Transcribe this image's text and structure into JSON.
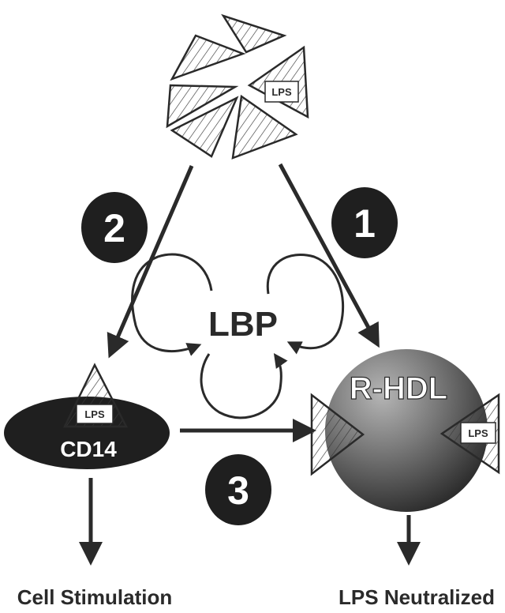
{
  "diagram": {
    "micelle_lps_label": "LPS",
    "center_label": "LBP",
    "steps": [
      {
        "id": "step-1",
        "label": "1"
      },
      {
        "id": "step-2",
        "label": "2"
      },
      {
        "id": "step-3",
        "label": "3"
      }
    ],
    "cd14": {
      "label": "CD14",
      "lps_label": "LPS"
    },
    "rhdl": {
      "label": "R-HDL",
      "lps_label": "LPS"
    },
    "outcomes": {
      "left": "Cell Stimulation",
      "right": "LPS Neutralized"
    }
  },
  "colors": {
    "ink": "#2a2a2a",
    "background": "#ffffff",
    "sphere_highlight": "#a9a9a9",
    "sphere_shadow": "#2e2e2e"
  }
}
